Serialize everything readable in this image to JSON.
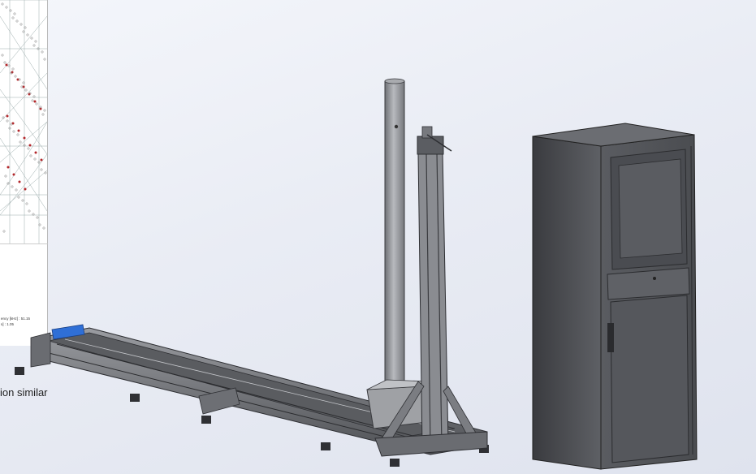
{
  "chart_panel": {
    "readout_line1": "ency [kHz] : 51.15",
    "readout_line2": "s]          : 1.05"
  },
  "caption": {
    "text": "ion similar"
  },
  "colors": {
    "background": "#e6e9f1",
    "metal": "#8b8d92",
    "metal_dark": "#3c3d41",
    "cabinet": "#55575c",
    "accent_blue": "#2f6fd6",
    "chart_dot_red": "#b3262a"
  }
}
